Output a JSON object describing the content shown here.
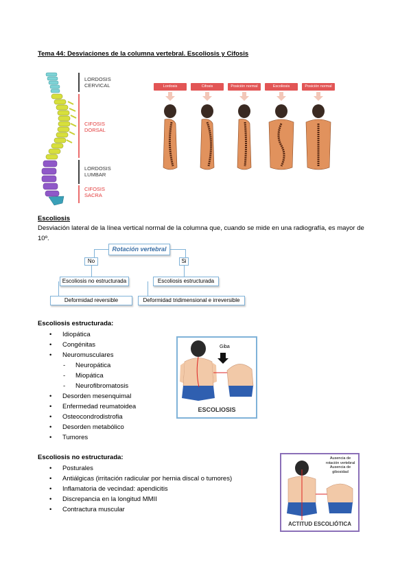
{
  "title": "Tema 44: Desviaciones de la columna vertebral. Escoliosis y Cifosis",
  "spine": {
    "labels": [
      {
        "line1": "LORDOSIS",
        "line2": "CERVICAL",
        "color": "#333333"
      },
      {
        "line1": "CIFOSIS",
        "line2": "DORSAL",
        "color": "#e23b3b"
      },
      {
        "line1": "LORDOSIS",
        "line2": "LUMBAR",
        "color": "#333333"
      },
      {
        "line1": "CIFOSIS",
        "line2": "SACRA",
        "color": "#e23b3b"
      }
    ]
  },
  "postures": {
    "headers": [
      "Lordosis",
      "Cifosis",
      "Posición normal",
      "Escoliosis",
      "Posición normal"
    ],
    "header_color": "#e25555"
  },
  "escoliosis": {
    "heading": "Escoliosis",
    "definition": "Desviación lateral de la línea vertical normal de la columna que, cuando se mide en una radiografía, es mayor de 10º."
  },
  "flowchart": {
    "root": "Rotación vertebral",
    "no": "No",
    "si": "Si",
    "left_type": "Escoliosis no estructurada",
    "right_type": "Escoliosis  estructurada",
    "left_result": "Deformidad reversible",
    "right_result": "Deformidad tridimensional e irreversible"
  },
  "estructurada": {
    "heading": "Escoliosis estructurada:",
    "items": [
      {
        "text": "Idiopática",
        "sub": false
      },
      {
        "text": "Congénitas",
        "sub": false
      },
      {
        "text": "Neuromusculares",
        "sub": false
      },
      {
        "text": "Neuropática",
        "sub": true
      },
      {
        "text": "Miopática",
        "sub": true
      },
      {
        "text": "Neurofibromatosis",
        "sub": true
      },
      {
        "text": "Desorden mesenquimal",
        "sub": false
      },
      {
        "text": "Enfermedad reumatoidea",
        "sub": false
      },
      {
        "text": "Osteocondrodistrofia",
        "sub": false
      },
      {
        "text": "Desorden metabólico",
        "sub": false
      },
      {
        "text": "Tumores",
        "sub": false
      }
    ]
  },
  "figure_escoliosis": {
    "label": "ESCOLIOSIS",
    "callout": "Giba"
  },
  "no_estructurada": {
    "heading": "Escoliosis no estructurada:",
    "items": [
      "Posturales",
      "Antiálgicas (irritación radicular por hernia discal o tumores)",
      "Inflamatoria de vecindad: apendicitis",
      "Discrepancia en la longitud MMII",
      "Contractura muscular"
    ]
  },
  "figure_actitud": {
    "label": "ACTITUD ESCOLIÓTICA",
    "caption_line1": "Ausencia de",
    "caption_line2": "rotación vertebral",
    "caption_line3": "Ausencia de",
    "caption_line4": "gibosidad"
  }
}
